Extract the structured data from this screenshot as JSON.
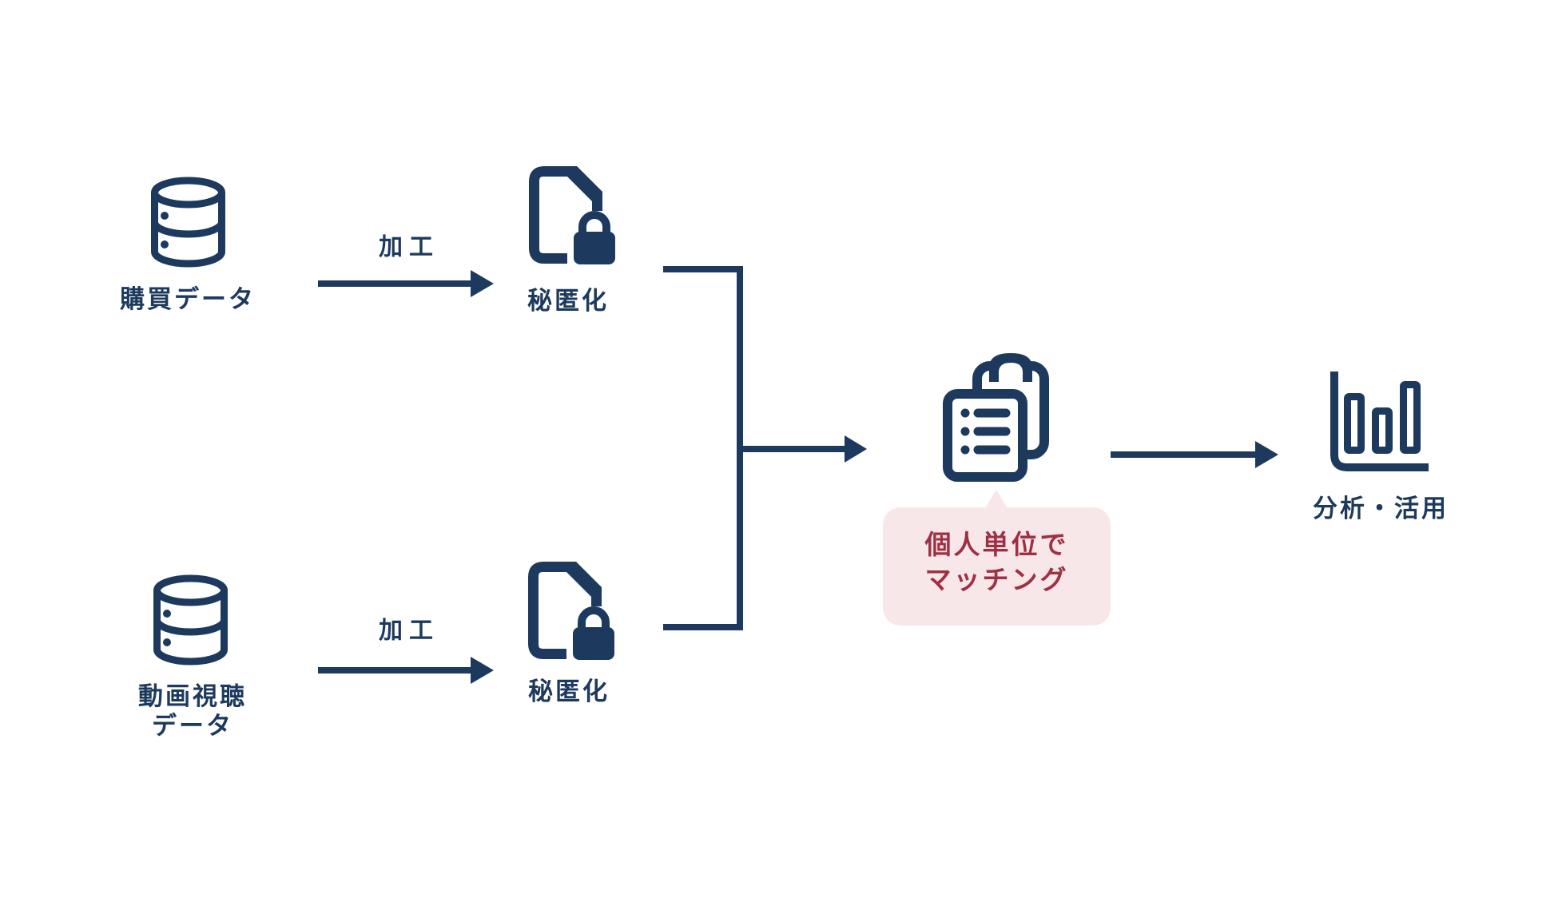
{
  "colors": {
    "navy": "#1d3a5e",
    "callout_bg": "#f8e7e9",
    "callout_text": "#9e3044"
  },
  "diagram": {
    "source_top": {
      "label": "購買データ"
    },
    "source_bottom": {
      "label_line1": "動画視聴",
      "label_line2": "データ"
    },
    "process_top": {
      "label": "加工"
    },
    "process_bottom": {
      "label": "加工"
    },
    "anonymize_top": {
      "label": "秘匿化"
    },
    "anonymize_bottom": {
      "label": "秘匿化"
    },
    "matching_callout": {
      "line1": "個人単位で",
      "line2": "マッチング"
    },
    "output": {
      "label": "分析・活用"
    }
  }
}
